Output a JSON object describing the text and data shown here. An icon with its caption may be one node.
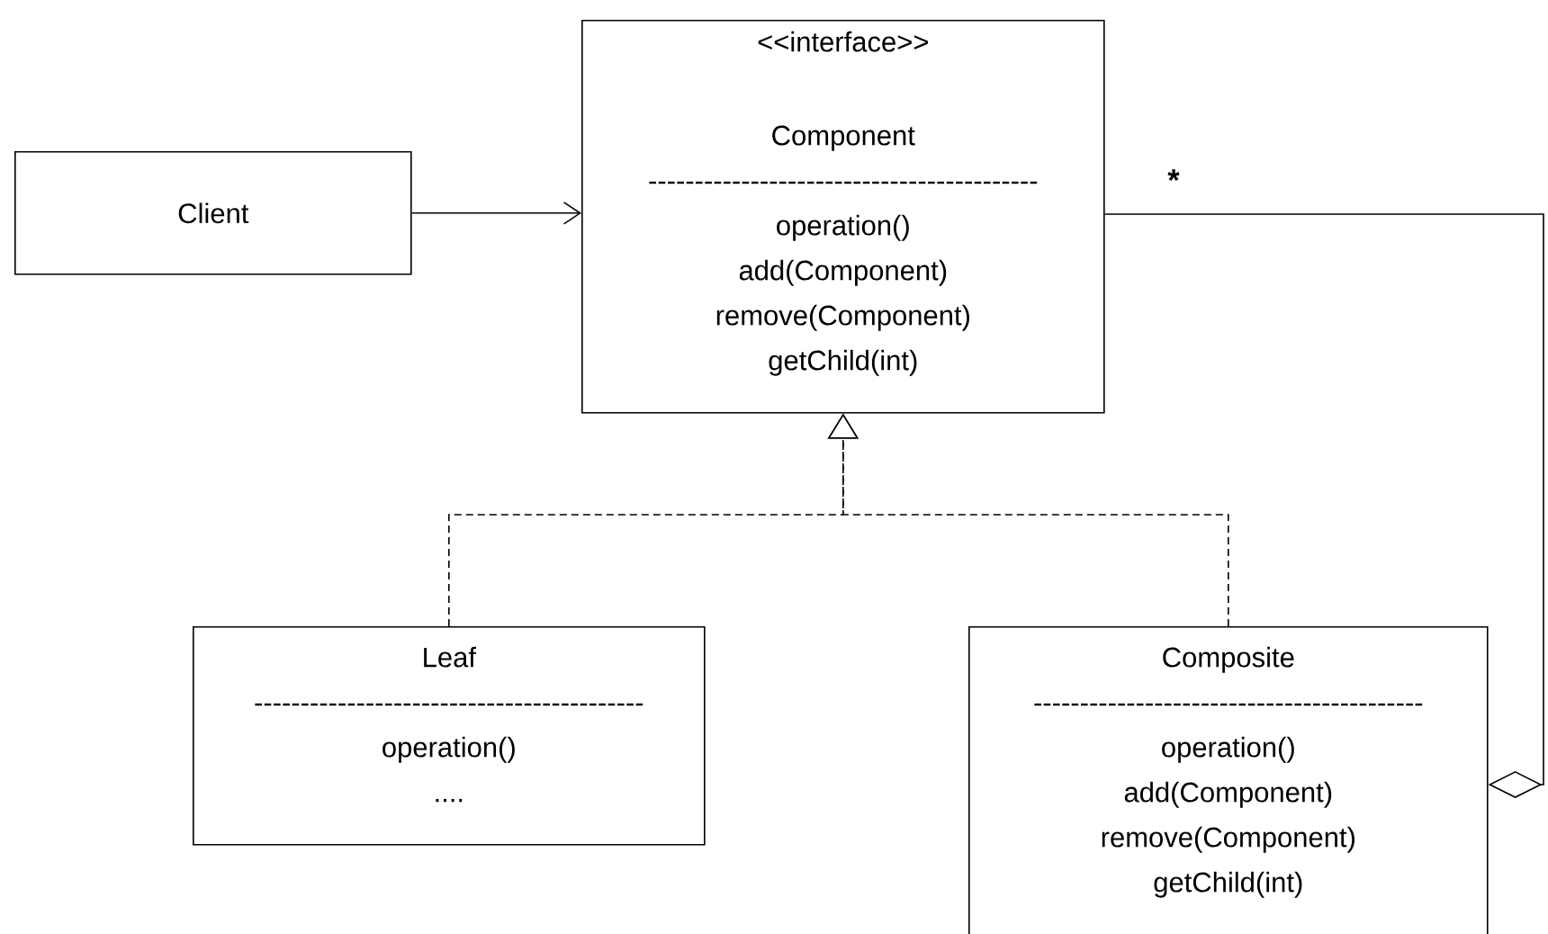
{
  "diagram": {
    "nodes": [
      {
        "text": [
          "Client"
        ]
      },
      {
        "text": [
          "<<interface>>",
          "Component",
          "------------------------------------------",
          "operation()",
          "add(Component)",
          "remove(Component)",
          "getChild(int)"
        ]
      },
      {
        "text": [
          "Leaf",
          "------------------------------------------",
          "operation()",
          "...."
        ]
      },
      {
        "text": [
          "Composite",
          "------------------------------------------",
          "operation()",
          "add(Component)",
          "remove(Component)",
          "getChild(int)"
        ]
      }
    ],
    "edges": [
      {
        "from": 0,
        "to": 1,
        "arrow": "to"
      },
      {
        "from": 2,
        "to": 1,
        "arrow": "to",
        "style": "dashed"
      },
      {
        "from": 3,
        "to": 1,
        "arrow": "to",
        "style": "dashed"
      },
      {
        "from": 3,
        "to": 1,
        "arrow": "other",
        "label": "*"
      }
    ]
  }
}
